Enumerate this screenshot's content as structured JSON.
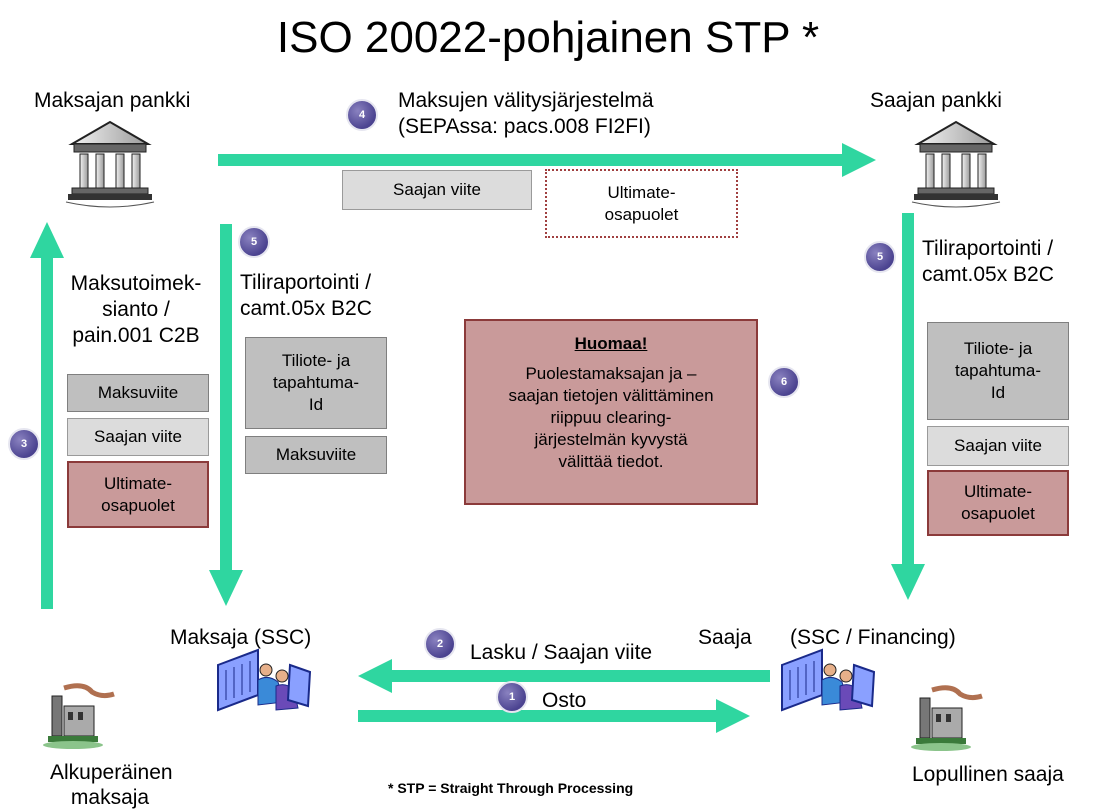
{
  "title": "ISO 20022-pohjainen STP *",
  "footnote": "* STP = Straight Through Processing",
  "parties": {
    "payer_bank": "Maksajan pankki",
    "payee_bank": "Saajan pankki",
    "payer": "Maksaja (SSC)",
    "payee_left": "Saaja",
    "payee_right": "(SSC / Financing)",
    "original_payer_line1": "Alkuperäinen",
    "original_payer_line2": "maksaja",
    "ultimate_payee": "Lopullinen saaja"
  },
  "steps": {
    "n1": "1",
    "n2": "2",
    "n3": "3",
    "n4": "4",
    "n5a": "5",
    "n5b": "5",
    "n6": "6"
  },
  "flows": {
    "purchase": "Osto",
    "invoice": "Lasku / Saajan viite",
    "clearing_line1": "Maksujen välitysjärjestelmä",
    "clearing_line2": "(SEPAssa: pacs.008 FI2FI)",
    "initiation_line1": "Maksutoimek-",
    "initiation_line2": "sianto /",
    "initiation_line3": "pain.001 C2B",
    "reporting_left_line1": "Tiliraportointi /",
    "reporting_left_line2": "camt.05x B2C",
    "reporting_right_line1": "Tiliraportointi /",
    "reporting_right_line2": "camt.05x B2C"
  },
  "boxes": {
    "top_ref": "Saajan viite",
    "top_ultimate": "Ultimate-\nosapuolet",
    "left_payment_ref": "Maksuviite",
    "left_payee_ref": "Saajan viite",
    "left_ultimate": "Ultimate-\nosapuolet",
    "mid_statement_id": "Tiliote- ja\ntapahtuma-\nId",
    "mid_payment_ref": "Maksuviite",
    "right_statement_id": "Tiliote- ja\ntapahtuma-\nId",
    "right_payee_ref": "Saajan viite",
    "right_ultimate": "Ultimate-\nosapuolet"
  },
  "note": {
    "heading": "Huomaa!",
    "body": "Puolestamaksajan ja –\nsaajan tietojen välittäminen\nriippuu clearing-\njärjestelmän kyvystä\nvälittää tiedot."
  },
  "colors": {
    "arrow": "#2fd6a0",
    "note_fill": "#c99a9a",
    "step_circle": "#4b4390"
  },
  "icons": [
    "bank-building-icon",
    "office-workers-icon",
    "factory-icon"
  ]
}
